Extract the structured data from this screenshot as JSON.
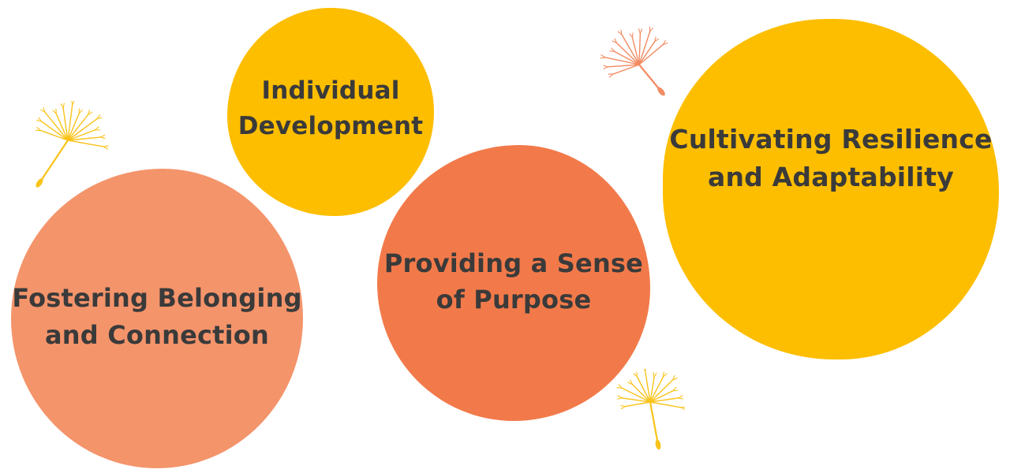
{
  "colors": {
    "yellow": "#FDBE00",
    "orange": "#F27A4A",
    "salmon": "#F4946B",
    "text": "#3a3a3a",
    "seed_coral": "#F38B63",
    "seed_yellow": "#F9C31A"
  },
  "bubbles": [
    {
      "id": "individual",
      "label": "Individual\nDevelopment",
      "color_key": "yellow"
    },
    {
      "id": "purpose",
      "label": "Providing a Sense\nof Purpose",
      "color_key": "orange"
    },
    {
      "id": "resilience",
      "label": "Cultivating Resilience\nand Adaptability",
      "color_key": "yellow"
    },
    {
      "id": "belonging",
      "label": "Fostering Belonging\nand Connection",
      "color_key": "salmon"
    }
  ],
  "decorations": [
    {
      "id": "seed-top-right",
      "icon": "dandelion-seed-icon",
      "color_key": "seed_coral"
    },
    {
      "id": "seed-left",
      "icon": "dandelion-seed-icon",
      "color_key": "seed_yellow"
    },
    {
      "id": "seed-bottom",
      "icon": "dandelion-seed-icon",
      "color_key": "seed_yellow"
    }
  ]
}
